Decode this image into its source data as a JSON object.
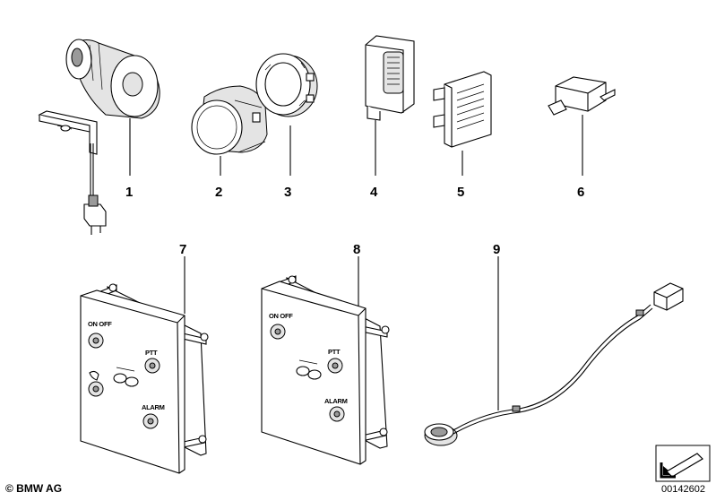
{
  "parts": [
    {
      "number": "1"
    },
    {
      "number": "2"
    },
    {
      "number": "3"
    },
    {
      "number": "4"
    },
    {
      "number": "5"
    },
    {
      "number": "6"
    },
    {
      "number": "7"
    },
    {
      "number": "8"
    },
    {
      "number": "9"
    }
  ],
  "panel7": {
    "on_off": "ON OFF",
    "ptt": "PTT",
    "alarm": "ALARM"
  },
  "panel8": {
    "on_off": "ON OFF",
    "ptt": "PTT",
    "alarm": "ALARM"
  },
  "copyright": "© BMW AG",
  "document_number": "00142602",
  "icons": [
    "siren",
    "cap",
    "ring-nut",
    "sensor",
    "grille",
    "module",
    "control-panel",
    "control-panel-alt",
    "microphone",
    "navigation-arrow-icon"
  ]
}
